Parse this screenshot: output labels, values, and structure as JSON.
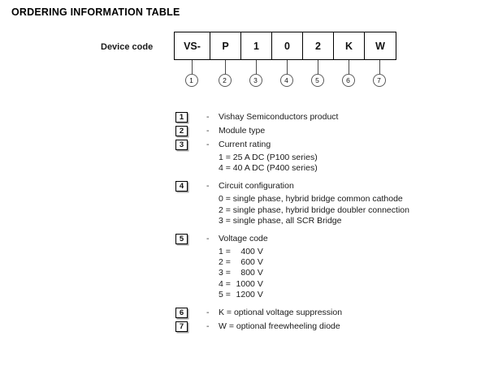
{
  "page_title": "ORDERING INFORMATION TABLE",
  "device_code": {
    "label": "Device code",
    "cells": [
      {
        "text": "VS-",
        "width": 44
      },
      {
        "text": "P",
        "width": 38
      },
      {
        "text": "1",
        "width": 38
      },
      {
        "text": "0",
        "width": 38
      },
      {
        "text": "2",
        "width": 38
      },
      {
        "text": "K",
        "width": 38
      },
      {
        "text": "W",
        "width": 38
      }
    ],
    "callouts": [
      "1",
      "2",
      "3",
      "4",
      "5",
      "6",
      "7"
    ]
  },
  "legend": [
    {
      "num": "1",
      "dash": "-",
      "desc": "Vishay Semiconductors product",
      "sub": []
    },
    {
      "num": "2",
      "dash": "-",
      "desc": "Module type",
      "sub": []
    },
    {
      "num": "3",
      "dash": "-",
      "desc": "Current rating",
      "sub": [
        {
          "key": "1 = 25 A DC (P100 series)"
        },
        {
          "key": "4 = 40 A DC (P400 series)"
        }
      ]
    },
    {
      "num": "4",
      "dash": "-",
      "desc": "Circuit configuration",
      "sub": [
        {
          "key": "0 = single phase, hybrid bridge common cathode"
        },
        {
          "key": "2 = single phase, hybrid bridge doubler connection"
        },
        {
          "key": "3 = single phase, all SCR Bridge"
        }
      ]
    },
    {
      "num": "5",
      "dash": "-",
      "desc": "Voltage code",
      "sub": [
        {
          "code": "1 =",
          "value": "400",
          "unit": "V"
        },
        {
          "code": "2 =",
          "value": "600",
          "unit": "V"
        },
        {
          "code": "3 =",
          "value": "800",
          "unit": "V"
        },
        {
          "code": "4 =",
          "value": "1000",
          "unit": "V"
        },
        {
          "code": "5 =",
          "value": "1200",
          "unit": "V"
        }
      ]
    },
    {
      "num": "6",
      "dash": "-",
      "desc": "K = optional voltage suppression",
      "sub": []
    },
    {
      "num": "7",
      "dash": "-",
      "desc": "W = optional freewheeling diode",
      "sub": []
    }
  ]
}
